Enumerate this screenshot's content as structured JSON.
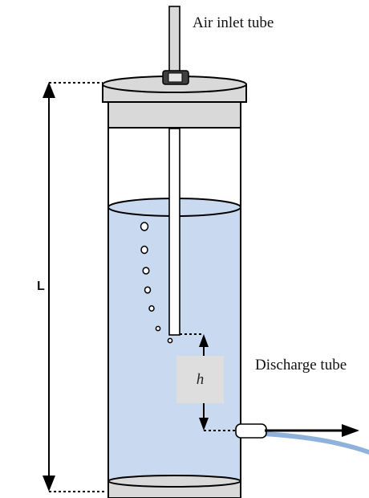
{
  "labels": {
    "air_inlet": "Air inlet tube",
    "discharge": "Discharge tube",
    "length": "L",
    "height": "h"
  },
  "colors": {
    "water": "#c9d9ef",
    "cap": "#d9d9d9",
    "outline": "#000000",
    "discharge_stream": "#8fb2dd",
    "h_box": "#dedede"
  }
}
